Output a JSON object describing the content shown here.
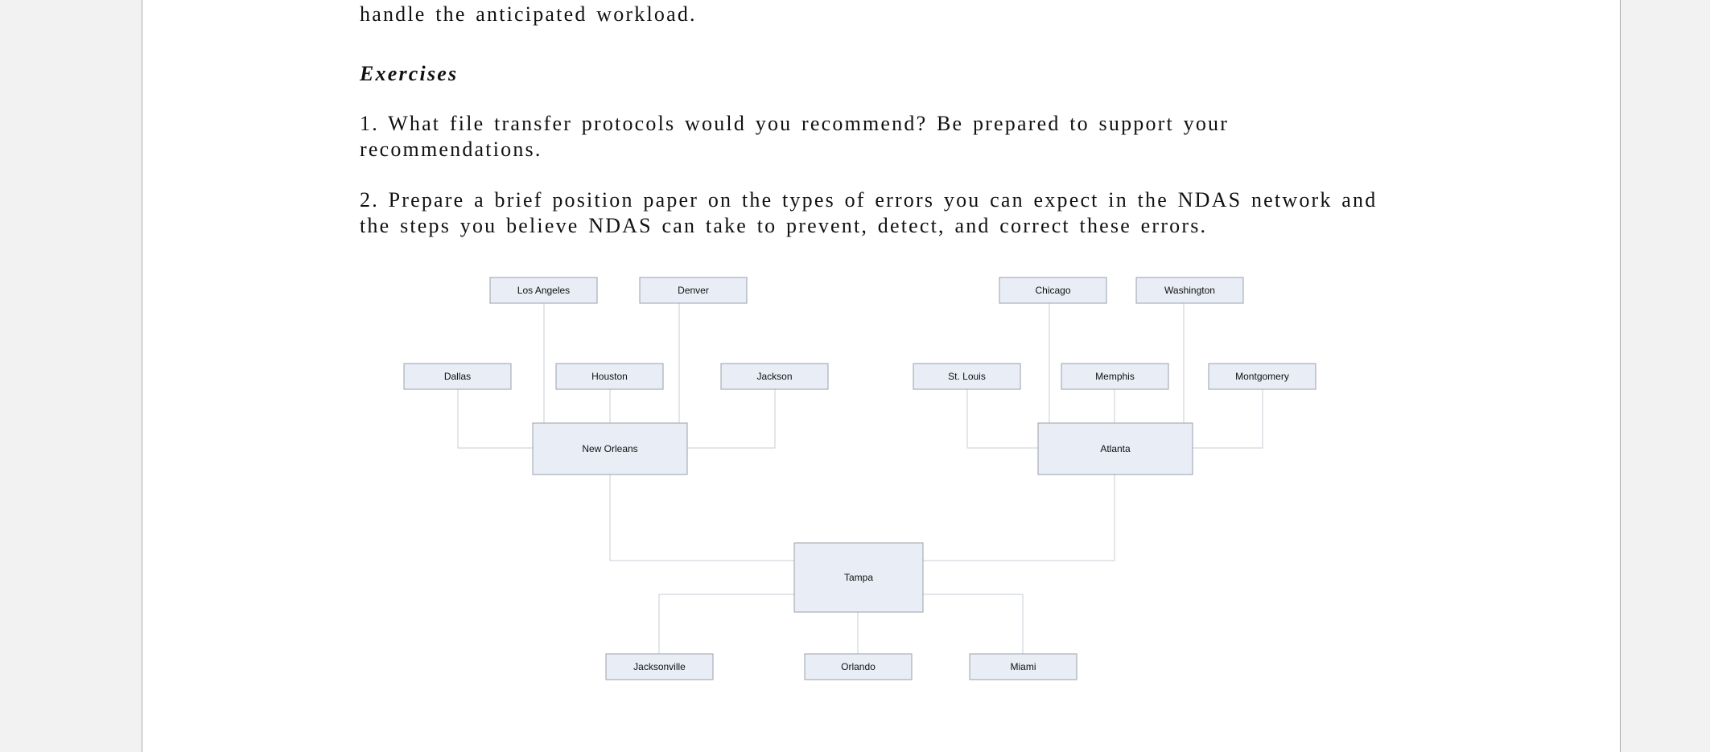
{
  "document": {
    "line_top": "handle the anticipated workload.",
    "heading": "Exercises",
    "q1_line1": "1. What file transfer protocols would you recommend? Be prepared to support your",
    "q1_line2": "recommendations.",
    "q2_line1": "2. Prepare a brief position paper on the types of errors you can expect in the NDAS network and",
    "q2_line2": "the steps you believe NDAS can take to prevent, detect, and correct these errors."
  },
  "diagram": {
    "nodes": {
      "los_angeles": "Los Angeles",
      "denver": "Denver",
      "chicago": "Chicago",
      "washington": "Washington",
      "dallas": "Dallas",
      "houston": "Houston",
      "jackson": "Jackson",
      "st_louis": "St. Louis",
      "memphis": "Memphis",
      "montgomery": "Montgomery",
      "new_orleans": "New Orleans",
      "atlanta": "Atlanta",
      "tampa": "Tampa",
      "jacksonville": "Jacksonville",
      "orlando": "Orlando",
      "miami": "Miami"
    }
  }
}
